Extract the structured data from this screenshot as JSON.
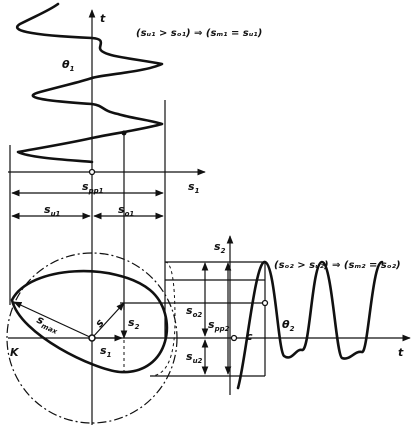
{
  "labels": {
    "t_top": "t",
    "t_right": "t",
    "s1_axis": "s",
    "s1_axis_sub": "1",
    "s2_axis": "s",
    "s2_axis_sub": "2",
    "theta1": "θ",
    "theta1_sub": "1",
    "theta2": "θ",
    "theta2_sub": "2",
    "spp1": "s",
    "spp1_sub": "pp1",
    "su1": "s",
    "su1_sub": "u1",
    "so1": "s",
    "so1_sub": "o1",
    "so2": "s",
    "so2_sub": "o2",
    "su2": "s",
    "su2_sub": "u2",
    "spp2": "s",
    "spp2_sub": "pp2",
    "smax": "s",
    "smax_sub": "max",
    "s_vec": "s",
    "s_vec_sub": "",
    "s2_vec": "s",
    "s2_vec_sub": "2",
    "s1_vec": "s",
    "s1_vec_sub": "1",
    "K": "K",
    "c": "c"
  },
  "equations": {
    "eq1": "(sᵤ₁ > sₒ₁) ⇒ (sₘ₁ = sᵤ₁)",
    "eq2": "(sₒ₂ > sᵤ₂) ⇒ (sₘ₂ = sₒ₂)"
  }
}
